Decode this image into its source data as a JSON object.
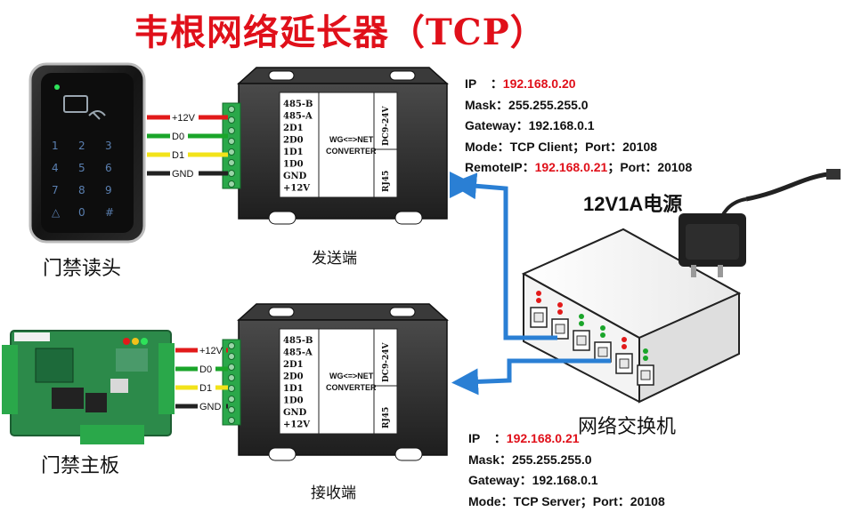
{
  "title": "韦根网络延长器（TCP）",
  "captions": {
    "reader": "门禁读头",
    "sender": "发送端",
    "controller": "门禁主板",
    "receiver": "接收端",
    "switch": "网络交换机",
    "power": "12V1A电源"
  },
  "wires": {
    "plus12v": "+12V",
    "d0": "D0",
    "d1": "D1",
    "gnd": "GND"
  },
  "converter": {
    "terminals": [
      "485-B",
      "485-A",
      "2D1",
      "2D0",
      "1D1",
      "1D0",
      "GND",
      "+12V"
    ],
    "line1": "WG<=>NET",
    "line2": "CONVERTER",
    "dc": "DC9-24V",
    "rj45": "RJ45"
  },
  "keypad": [
    "1",
    "2",
    "3",
    "4",
    "5",
    "6",
    "7",
    "8",
    "9",
    "△",
    "0",
    "#"
  ],
  "sender_config": {
    "ip_label": "IP",
    "ip_sep": "：",
    "ip": "192.168.0.20",
    "mask_label": "Mask：",
    "mask": "255.255.255.0",
    "gateway_label": "Gateway：",
    "gateway": "192.168.0.1",
    "mode_label": "Mode：",
    "mode": "TCP Client",
    "port_label": "；Port：",
    "port": "20108",
    "remote_label": "RemoteIP：",
    "remote_ip": "192.168.0.21",
    "remote_port_label": "；Port：",
    "remote_port": "20108"
  },
  "receiver_config": {
    "ip_label": "IP",
    "ip_sep": "：",
    "ip": "192.168.0.21",
    "mask_label": "Mask：",
    "mask": "255.255.255.0",
    "gateway_label": "Gateway：",
    "gateway": "192.168.0.1",
    "mode_label": "Mode：",
    "mode": "TCP Server",
    "port_label": "；Port：",
    "port": "20108"
  },
  "colors": {
    "title": "#e0101a",
    "wire_12v": "#e21a1a",
    "wire_d0": "#1aa52a",
    "wire_d1": "#f2e31a",
    "wire_gnd": "#222222",
    "arrow": "#2a7fd4",
    "terminal": "#2aa84a",
    "pcb": "#2c8a4a"
  }
}
